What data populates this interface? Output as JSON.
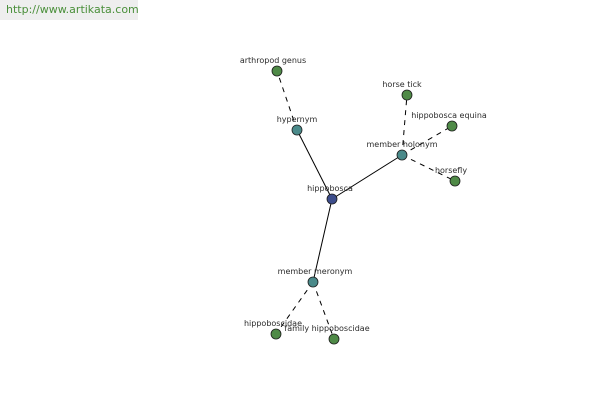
{
  "banner": {
    "url": "http://www.artikata.com"
  },
  "colors": {
    "root": "#3d4d8c",
    "relation": "#4a8a8a",
    "leaf": "#4f8a47",
    "link_text": "#4a8f3a",
    "banner_bg": "#eeeeee"
  },
  "graph": {
    "nodes": [
      {
        "id": "hippobosca",
        "label": "hippobosca",
        "kind": "root"
      },
      {
        "id": "hypernym",
        "label": "hypernym",
        "kind": "relation"
      },
      {
        "id": "member-holonym",
        "label": "member holonym",
        "kind": "relation"
      },
      {
        "id": "member-meronym",
        "label": "member meronym",
        "kind": "relation"
      },
      {
        "id": "arthropod-genus",
        "label": "arthropod genus",
        "kind": "leaf"
      },
      {
        "id": "horse-tick",
        "label": "horse tick",
        "kind": "leaf"
      },
      {
        "id": "hippobosca-equina",
        "label": "hippobosca equina",
        "kind": "leaf"
      },
      {
        "id": "horsefly",
        "label": "horsefly",
        "kind": "leaf"
      },
      {
        "id": "hippoboscidae",
        "label": "hippoboscidae",
        "kind": "leaf"
      },
      {
        "id": "family-hippoboscidae",
        "label": "family hippoboscidae",
        "kind": "leaf"
      }
    ],
    "edges": [
      {
        "from": "hippobosca",
        "to": "hypernym",
        "style": "solid"
      },
      {
        "from": "hippobosca",
        "to": "member-holonym",
        "style": "solid"
      },
      {
        "from": "hippobosca",
        "to": "member-meronym",
        "style": "solid"
      },
      {
        "from": "hypernym",
        "to": "arthropod-genus",
        "style": "dashed"
      },
      {
        "from": "member-holonym",
        "to": "horse-tick",
        "style": "dashed"
      },
      {
        "from": "member-holonym",
        "to": "hippobosca-equina",
        "style": "dashed"
      },
      {
        "from": "member-holonym",
        "to": "horsefly",
        "style": "dashed"
      },
      {
        "from": "member-meronym",
        "to": "hippoboscidae",
        "style": "dashed"
      },
      {
        "from": "member-meronym",
        "to": "family-hippoboscidae",
        "style": "dashed"
      }
    ]
  }
}
